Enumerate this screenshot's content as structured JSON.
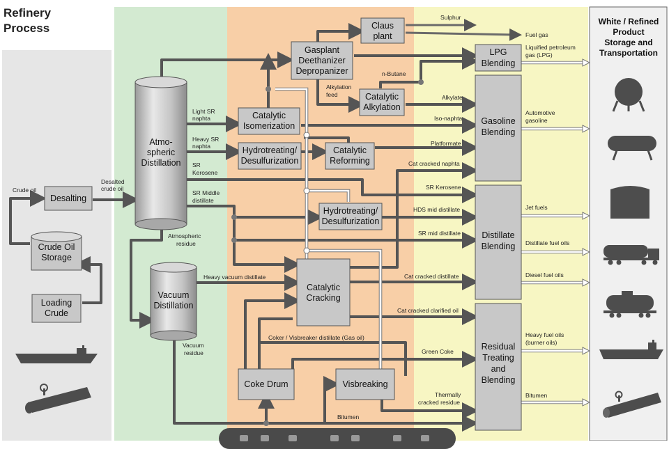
{
  "title": "Refinery\nProcess",
  "title_lines": [
    "Refinery",
    "Process"
  ],
  "right_header": [
    "White / Refined",
    "Product",
    "Storage and",
    "Transportation"
  ],
  "units": {
    "desalting": "Desalting",
    "crude_storage": [
      "Crude Oil",
      "Storage"
    ],
    "loading_crude": [
      "Loading",
      "Crude"
    ],
    "atmospheric": [
      "Atmo-",
      "spheric",
      "Distillation"
    ],
    "vacuum": [
      "Vacuum",
      "Distillation"
    ],
    "claus": [
      "Claus",
      "plant"
    ],
    "gasplant": [
      "Gasplant",
      "Deethanizer",
      "Depropanizer"
    ],
    "cat_alkylation": [
      "Catalytic",
      "Alkylation"
    ],
    "cat_isomerization": [
      "Catalytic",
      "Isomerization"
    ],
    "hydrotreating1": [
      "Hydrotreating/",
      "Desulfurization"
    ],
    "cat_reforming": [
      "Catalytic",
      "Reforming"
    ],
    "hydrotreating2": [
      "Hydrotreating/",
      "Desulfurization"
    ],
    "cat_cracking": [
      "Catalytic",
      "Cracking"
    ],
    "coke_drum": "Coke Drum",
    "visbreaking": "Visbreaking",
    "lpg_blending": [
      "LPG",
      "Blending"
    ],
    "gasoline_blending": [
      "Gasoline",
      "Blending"
    ],
    "distillate_blending": [
      "Distillate",
      "Blending"
    ],
    "residual_blending": [
      "Residual",
      "Treating",
      "and",
      "Blending"
    ]
  },
  "labels": {
    "crude_oil": "Crude oil",
    "desalted": [
      "Desalted",
      "crude oil"
    ],
    "light_sr": [
      "Light SR",
      "naphta"
    ],
    "heavy_sr": [
      "Heavy SR",
      "naphta"
    ],
    "sr_kerosene_left": [
      "SR",
      "Kerosene"
    ],
    "sr_middle": [
      "SR Middle",
      "distillate"
    ],
    "atm_residue": [
      "Atmospheric",
      "residue"
    ],
    "heavy_vac": "Heavy vacuum distillate",
    "vac_residue": [
      "Vacuum",
      "residue"
    ],
    "alkylation_feed": [
      "Alkylation",
      "feed"
    ],
    "n_butane": "n-Butane",
    "sulphur": "Sulphur",
    "fuel_gas": "Fuel gas",
    "alkylate": "Alkylate",
    "iso_naphta": "Iso-naphta",
    "platformate": "Platformate",
    "cat_naphta": "Cat cracked naphta",
    "sr_kerosene": "SR Kerosene",
    "hds_mid": "HDS mid distillate",
    "sr_mid": "SR mid distillate",
    "cat_distillate": "Cat cracked distillate",
    "cat_clarified": "Cat cracked clarified oil",
    "coker_distillate": "Coker / Visbreaker distillate (Gas oil)",
    "green_coke": "Green Coke",
    "thermally": [
      "Thermally",
      "cracked residue"
    ],
    "bitumen_mid": "Bitumen",
    "lpg": [
      "Liquified petroleum",
      "gas (LPG)"
    ],
    "auto_gasoline": [
      "Automotive",
      "gasoline"
    ],
    "jet_fuels": "Jet fuels",
    "distillate_fuel": "Distillate fuel oils",
    "diesel": "Diesel fuel oils",
    "heavy_fuel": [
      "Heavy fuel oils",
      "(burner oils)"
    ],
    "bitumen_out": "Bitumen"
  },
  "icons": {
    "left": [
      "tanker-ship-icon",
      "pipeline-icon"
    ],
    "right": [
      "spherical-tank-icon",
      "horizontal-tank-icon",
      "storage-tank-icon",
      "tank-truck-icon",
      "rail-tank-car-icon",
      "tanker-ship-icon",
      "pipeline-icon"
    ]
  },
  "colors": {
    "zone_crude": "#e8e8e8",
    "zone_distillation": "#d3ead1",
    "zone_conversion": "#f8cfa7",
    "zone_blending": "#f7f6c3",
    "zone_storage": "#efefef",
    "unit_box": "#c8c8c8",
    "pipe": "#555555"
  }
}
